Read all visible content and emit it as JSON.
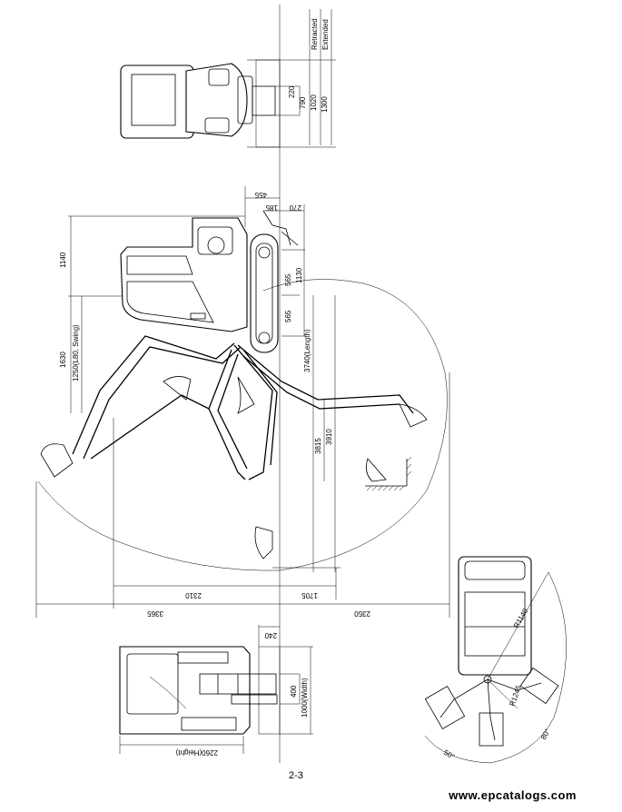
{
  "legend": {
    "retracted": "Retracted",
    "extended": "Extended"
  },
  "top_view": {
    "dims": [
      "220",
      "790",
      "1020",
      "1300"
    ]
  },
  "side_view": {
    "dims": {
      "d455": "455",
      "d270": "270",
      "d185": "185",
      "d1140": "1140",
      "d565a": "565",
      "d565b": "565",
      "d1130": "1130",
      "d1630": "1630",
      "d1250": "1250(L80, Swing)",
      "d3740": "3740(Length)",
      "d3815": "3815",
      "d3910": "3910",
      "d2310": "2310",
      "d1705": "1705",
      "d3365": "3365",
      "d2350": "2350"
    }
  },
  "bottom_view": {
    "dims": {
      "d240": "240",
      "d400": "400",
      "d1000": "1000(Width)",
      "d2260": "2260(Height)"
    }
  },
  "swing_view": {
    "dims": {
      "r1140": "R1140",
      "r1245": "R1245",
      "a80": "80°",
      "a50": "50°"
    }
  },
  "footer": {
    "page": "2-3",
    "watermark": "www.epcatalogs.com"
  }
}
